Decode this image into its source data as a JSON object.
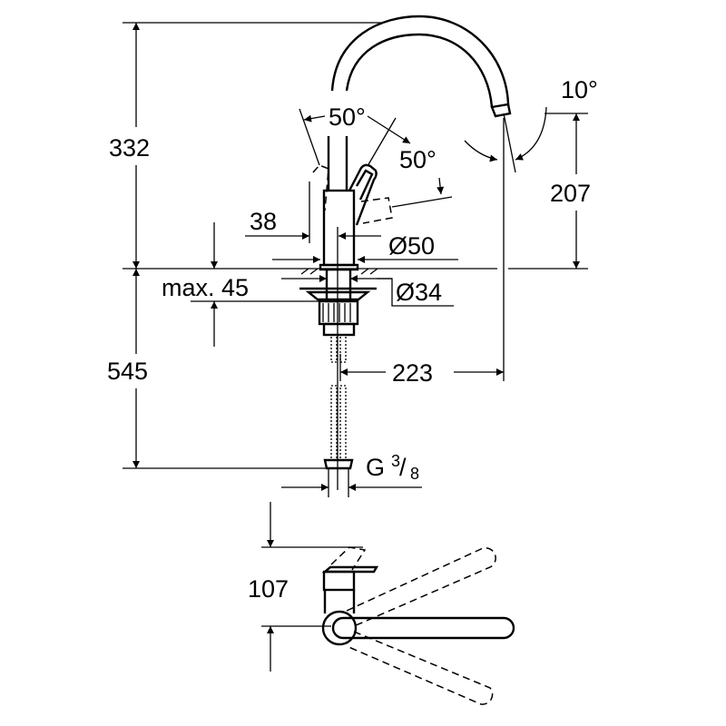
{
  "drawing": {
    "stroke_color": "#000000",
    "background": "#ffffff",
    "dimensions": {
      "total_height": "332",
      "under_counter_length": "545",
      "spout_height": "207",
      "spout_angle": "10°",
      "lever_angle_back": "50°",
      "lever_angle_side": "50°",
      "lever_offset": "38",
      "body_diameter": "Ø50",
      "hole_diameter": "Ø34",
      "max_counter_thickness": "max. 45",
      "spout_reach": "223",
      "connection_thread": "G",
      "connection_size_num": "3",
      "connection_size_den": "8",
      "top_view_height": "107"
    }
  }
}
